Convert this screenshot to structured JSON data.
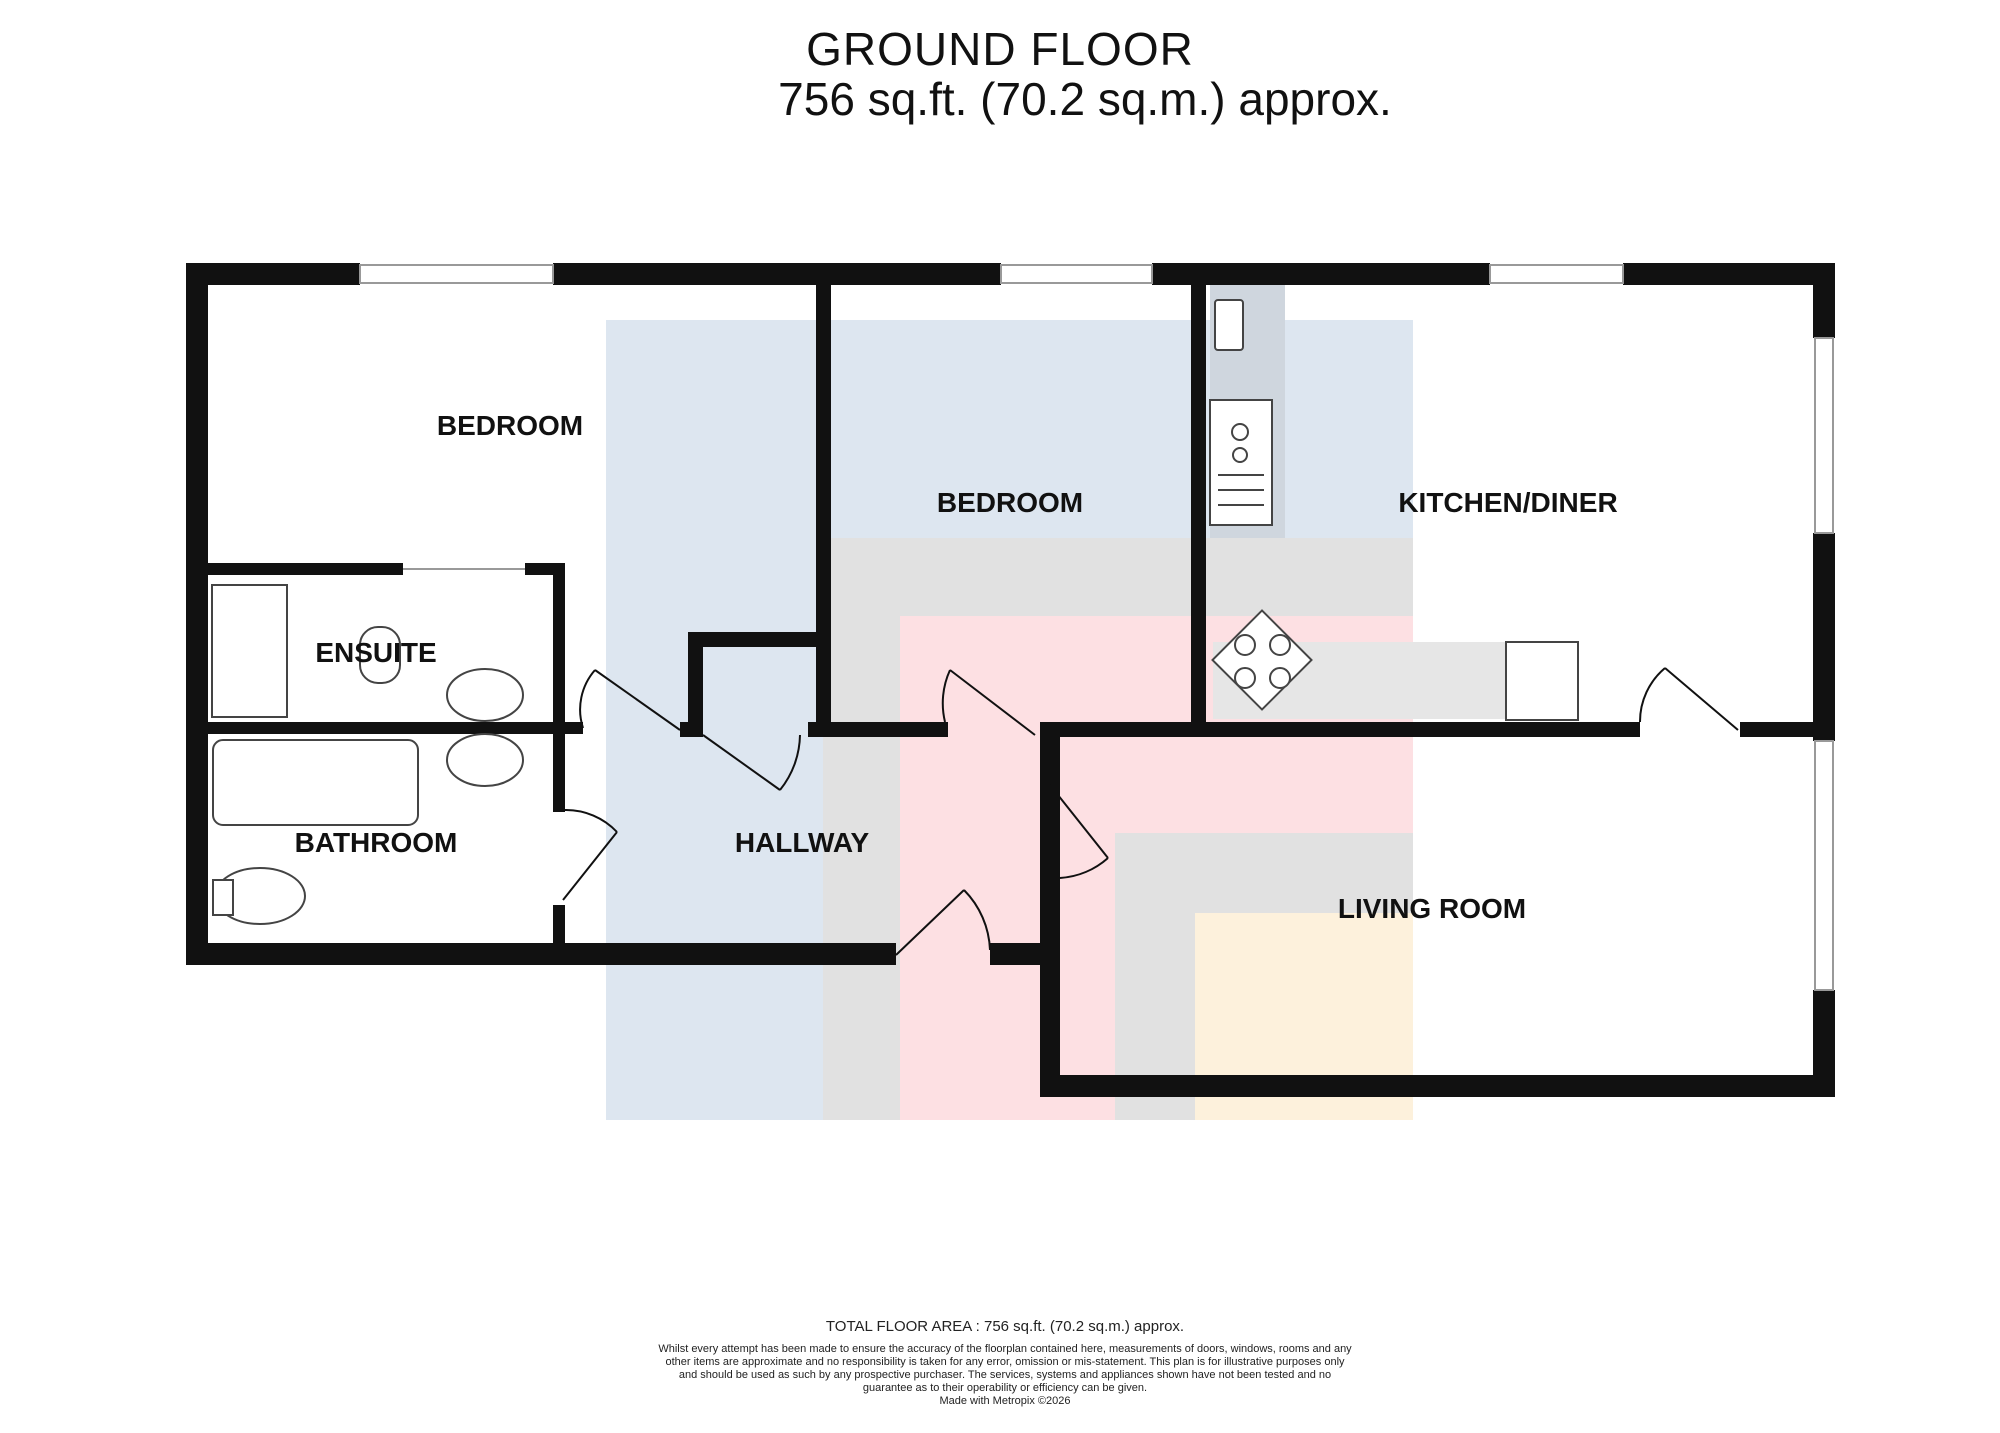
{
  "header": {
    "title": "GROUND FLOOR",
    "area": "756 sq.ft. (70.2 sq.m.) approx."
  },
  "rooms": {
    "bedroom_1": "BEDROOM",
    "bedroom_2": "BEDROOM",
    "kitchen": "KITCHEN/DINER",
    "ensuite": "ENSUITE",
    "bathroom": "BATHROOM",
    "hallway": "HALLWAY",
    "living": "LIVING ROOM"
  },
  "footer": {
    "total": "TOTAL FLOOR AREA : 756 sq.ft. (70.2 sq.m.) approx.",
    "disclaimer": "Whilst every attempt has been made to ensure the accuracy of the floorplan contained here, measurements of doors, windows, rooms and any other items are approximate and no responsibility is taken for any error, omission or mis-statement. This plan is for illustrative purposes only and should be used as such by any prospective purchaser. The services, systems and appliances shown have not been tested and no guarantee as to their operability or efficiency can be given.",
    "credit": "Made with Metropix ©2026"
  },
  "colors": {
    "wall": "#111111",
    "blue_zone": "#dde6f0",
    "grey_zone": "#e1e1e1",
    "pink_zone": "#fde0e3",
    "cream_zone": "#fdf1dc"
  }
}
